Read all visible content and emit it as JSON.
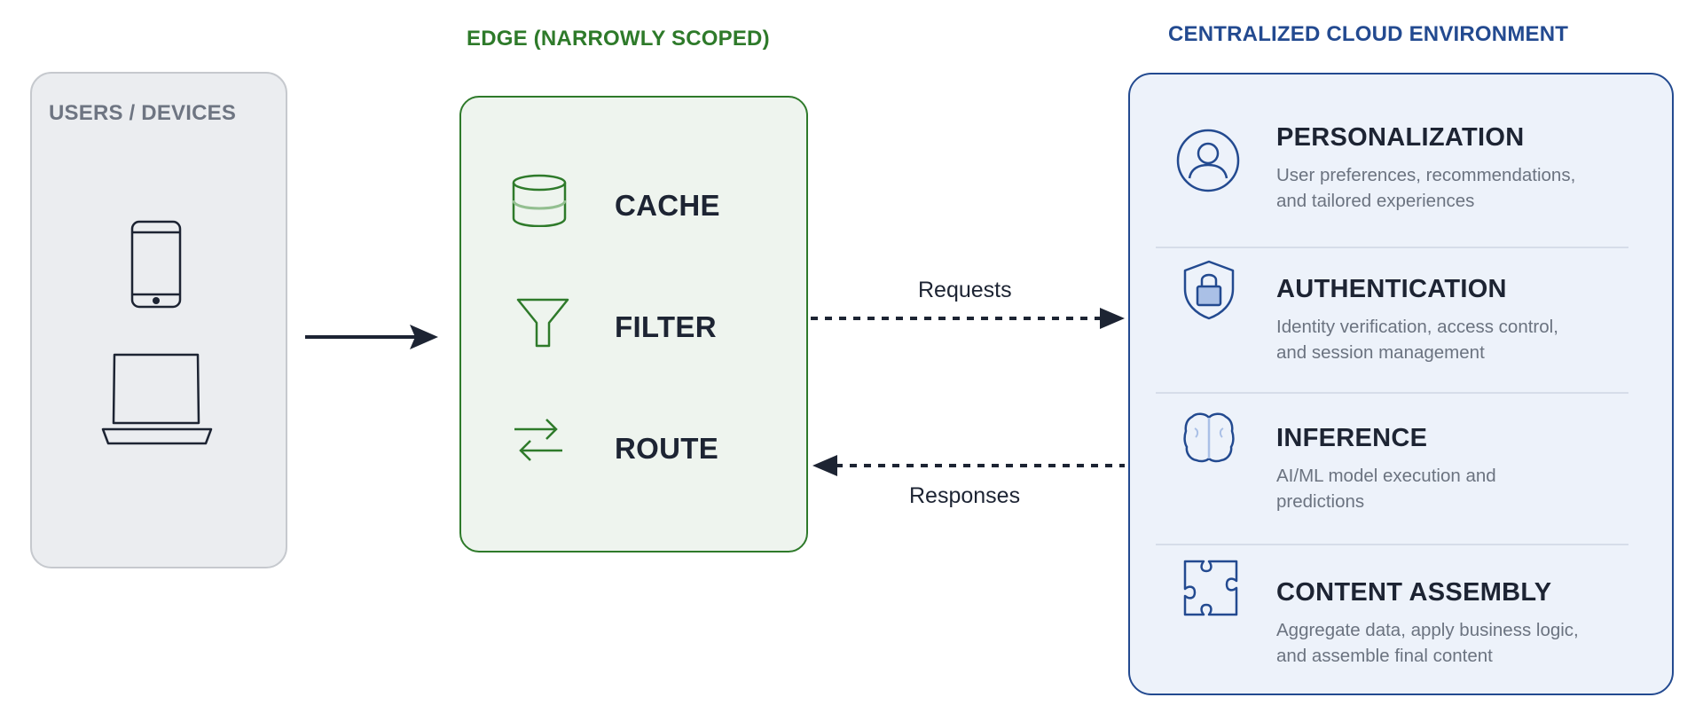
{
  "users": {
    "title": "USERS / DEVICES"
  },
  "edge": {
    "title": "EDGE (NARROWLY SCOPED)",
    "items": [
      {
        "label": "CACHE",
        "icon": "database-icon"
      },
      {
        "label": "FILTER",
        "icon": "funnel-icon"
      },
      {
        "label": "ROUTE",
        "icon": "swap-arrows-icon"
      }
    ]
  },
  "flows": {
    "requests": "Requests",
    "responses": "Responses"
  },
  "cloud": {
    "title": "CENTRALIZED CLOUD ENVIRONMENT",
    "services": [
      {
        "title": "PERSONALIZATION",
        "line1": "User preferences, recommendations,",
        "line2": "and tailored experiences",
        "icon": "user-icon"
      },
      {
        "title": "AUTHENTICATION",
        "line1": "Identity verification, access control,",
        "line2": "and session management",
        "icon": "shield-lock-icon"
      },
      {
        "title": "INFERENCE",
        "line1": "AI/ML model execution and",
        "line2": "predictions",
        "icon": "brain-icon"
      },
      {
        "title": "CONTENT ASSEMBLY",
        "line1": "Aggregate data, apply business logic,",
        "line2": "and assemble final content",
        "icon": "puzzle-icon"
      }
    ]
  },
  "colors": {
    "edge": "#2e7a2a",
    "cloud": "#234a90",
    "users": "#6e7582",
    "ink": "#1d2433"
  }
}
